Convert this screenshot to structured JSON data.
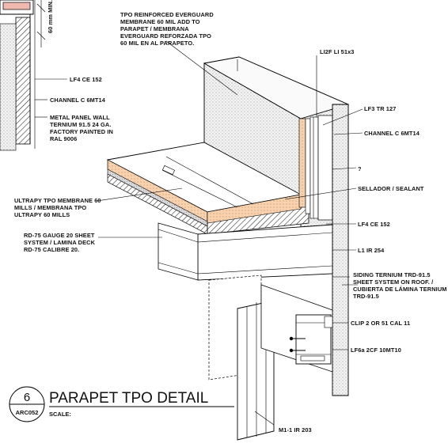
{
  "title": {
    "main": "PARAPET TPO DETAIL",
    "scale_label": "SCALE:"
  },
  "detail_marker": {
    "number": "6",
    "sheet": "ARC052"
  },
  "dimension": {
    "text": "60 mm MIN."
  },
  "labels": {
    "tpo_reinforced": [
      "TPO REINFORCED EVERGUARD",
      "MEMBRANE 60 MIL ADD TO",
      "PARAPET / MEMBRANA",
      "EVERGUARD REFORZADA TPO",
      "60 MIL EN AL PARAPETO."
    ],
    "li2f": "LI2F LI 51x3",
    "lf4_left": "LF4 CE 152",
    "channel_left": "CHANNEL C 6MT14",
    "metal_panel": [
      "METAL PANEL WALL",
      "TERNIUM 91.5 24 GA.",
      "FACTORY PAINTED IN",
      "RAL 9006"
    ],
    "lf3": "LF3 TR 127",
    "channel_right": "CHANNEL C 6MT14",
    "question": "?",
    "sealant": "SELLADOR / SEALANT",
    "ultrapy": [
      "ULTRAPY TPO MEMBRANE 60",
      "MILLS / MEMBRANA TPO",
      "ULTRAPY 60 MILLS"
    ],
    "rd75": [
      "RD-75 GAUGE 20 SHEET",
      "SYSTEM / LAMINA DECK",
      "RD-75 CALIBRE 20."
    ],
    "lf4_right": "LF4 CE 152",
    "l1": "L1 IR 254",
    "siding": [
      "SIDING TERNIUM TRD-91.5",
      "SHEET SYSTEM ON ROOF. /",
      "CUBIERTA DE LÁMINA TERNIUM",
      "TRD-91.5"
    ],
    "clip": "CLIP 2 OR 51 CAL 11",
    "lf6a": "LF6a 2CF 10MT10",
    "m1": "M1-1 IR 203"
  }
}
